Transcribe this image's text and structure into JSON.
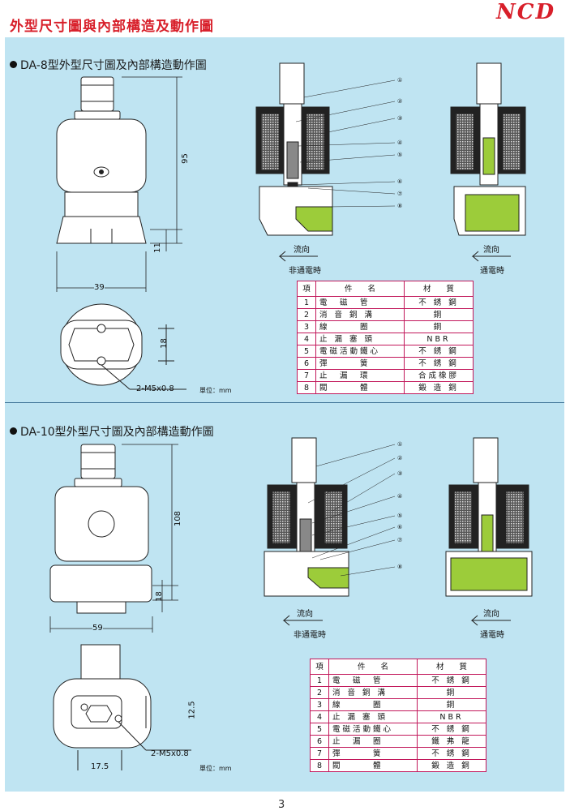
{
  "header": {
    "title": "外型尺寸圖與內部構造及動作圖",
    "brand": "NCD"
  },
  "section1": {
    "title": "DA-8型外型尺寸圖及內部構造動作圖",
    "dims": {
      "height": "95",
      "base": "11",
      "width": "39",
      "bottom": "18",
      "thread": "2-M5x0.8"
    },
    "unit": "單位：mm",
    "flow_off": {
      "label": "流向",
      "state": "非通電時"
    },
    "flow_on": {
      "label": "流向",
      "state": "通電時"
    },
    "callouts": [
      "①",
      "②",
      "③",
      "④",
      "⑤",
      "⑥",
      "⑦",
      "⑧"
    ],
    "table": {
      "headers": [
        "項",
        "件　　名",
        "材　　質"
      ],
      "rows": [
        {
          "no": "1",
          "name": "電　磁　管",
          "material": "不 銹 鋼"
        },
        {
          "no": "2",
          "name": "消 音 銅 溝",
          "material": "銅"
        },
        {
          "no": "3",
          "name": "線　　　圈",
          "material": "銅"
        },
        {
          "no": "4",
          "name": "止 漏 塞 頭",
          "material": "NBR"
        },
        {
          "no": "5",
          "name": "電磁活動鐵心",
          "material": "不 銹 鋼"
        },
        {
          "no": "6",
          "name": "彈　　　簧",
          "material": "不 銹 鋼"
        },
        {
          "no": "7",
          "name": "止　漏　環",
          "material": "合成橡膠"
        },
        {
          "no": "8",
          "name": "閥　　　體",
          "material": "鍛 造 銅"
        }
      ]
    }
  },
  "section2": {
    "title": "DA-10型外型尺寸圖及內部構造動作圖",
    "dims": {
      "height": "108",
      "base": "18",
      "width": "59",
      "side": "12.5",
      "bottom": "17.5",
      "thread": "2-M5x0.8"
    },
    "unit": "單位：mm",
    "flow_off": {
      "label": "流向",
      "state": "非通電時"
    },
    "flow_on": {
      "label": "流向",
      "state": "通電時"
    },
    "callouts": [
      "①",
      "②",
      "③",
      "④",
      "⑤",
      "⑥",
      "⑦",
      "⑧"
    ],
    "table": {
      "headers": [
        "項",
        "件　　名",
        "材　　質"
      ],
      "rows": [
        {
          "no": "1",
          "name": "電　磁　管",
          "material": "不 銹 鋼"
        },
        {
          "no": "2",
          "name": "消 音 銅 溝",
          "material": "銅"
        },
        {
          "no": "3",
          "name": "線　　　圈",
          "material": "銅"
        },
        {
          "no": "4",
          "name": "止 漏 塞 頭",
          "material": "NBR"
        },
        {
          "no": "5",
          "name": "電磁活動鐵心",
          "material": "不 銹 鋼"
        },
        {
          "no": "6",
          "name": "止　漏　圈",
          "material": "鐵 弗 龍"
        },
        {
          "no": "7",
          "name": "彈　　　簧",
          "material": "不 銹 鋼"
        },
        {
          "no": "8",
          "name": "閥　　　體",
          "material": "鍛 造 銅"
        }
      ]
    }
  },
  "page_number": "3",
  "colors": {
    "accent": "#d81f2a",
    "panel": "#bfe4f2",
    "fluid": "#9ccc3a",
    "table_border": "#c2185b"
  }
}
